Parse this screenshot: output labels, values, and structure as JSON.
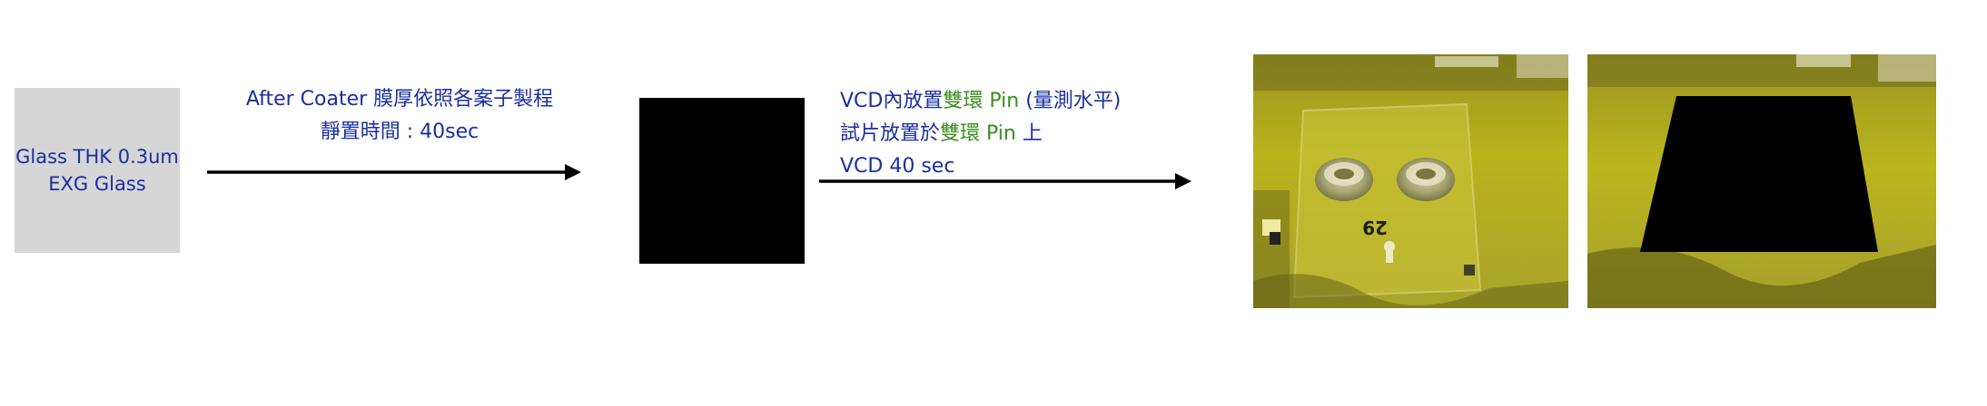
{
  "input_box": {
    "line1": "Glass THK 0.3um",
    "line2": "EXG Glass"
  },
  "step1": {
    "line1": "After Coater 膜厚依照各案子製程",
    "line2": "靜置時間 : 40sec"
  },
  "step2": {
    "line1_prefix": "VCD內放置",
    "line1_highlight": "雙環 Pin",
    "line1_suffix": " (量測水平)",
    "line2_prefix": "試片放置於",
    "line2_highlight": "雙環 Pin",
    "line2_suffix": " 上",
    "line3": "VCD 40 sec"
  },
  "photo1": {
    "label": "29"
  },
  "colors": {
    "text_blue": "#1a2fa0",
    "highlight_green": "#3a8f1e",
    "box_gray": "#d6d6d6",
    "photo_yellow": "#b7b21c"
  }
}
